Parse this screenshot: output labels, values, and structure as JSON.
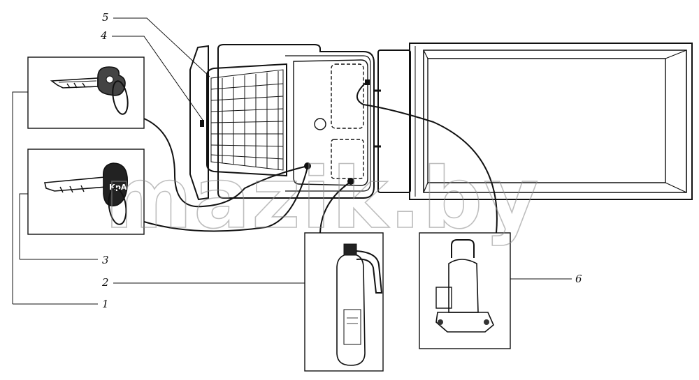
{
  "callouts": {
    "c1": "1",
    "c2": "2",
    "c3": "3",
    "c4": "4",
    "c5": "5",
    "c6": "6"
  },
  "watermark": "mazik.by",
  "colors": {
    "ink": "#111111",
    "watermark": "#8a8a8a",
    "background": "#ffffff"
  }
}
